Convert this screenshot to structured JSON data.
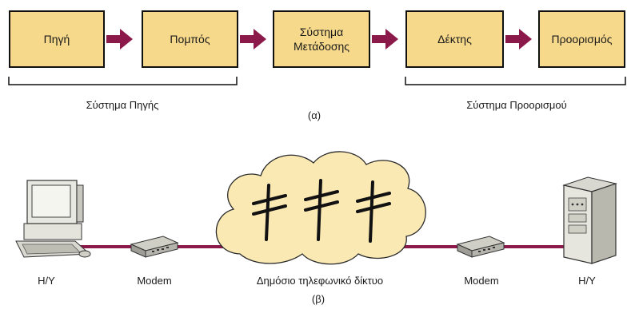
{
  "part_a": {
    "blocks": [
      {
        "id": "source",
        "label": "Πηγή"
      },
      {
        "id": "transmitter",
        "label": "Πομπός"
      },
      {
        "id": "channel",
        "label": "Σύστημα\nΜετάδοσης"
      },
      {
        "id": "receiver",
        "label": "Δέκτης"
      },
      {
        "id": "destination",
        "label": "Προορισμός"
      }
    ],
    "source_system_label": "Σύστημα Πηγής",
    "destination_system_label": "Σύστημα Προορισμού",
    "caption": "(α)"
  },
  "part_b": {
    "labels": {
      "left_computer": "Η/Υ",
      "left_modem": "Modem",
      "network": "Δημόσιο τηλεφωνικό δίκτυο",
      "right_modem": "Modem",
      "right_computer": "Η/Υ"
    },
    "caption": "(β)"
  },
  "colors": {
    "box_fill": "#f7d98b",
    "arrow": "#8b1a4a",
    "line": "#8b1a4a",
    "cloud": "#fbe9b4"
  }
}
